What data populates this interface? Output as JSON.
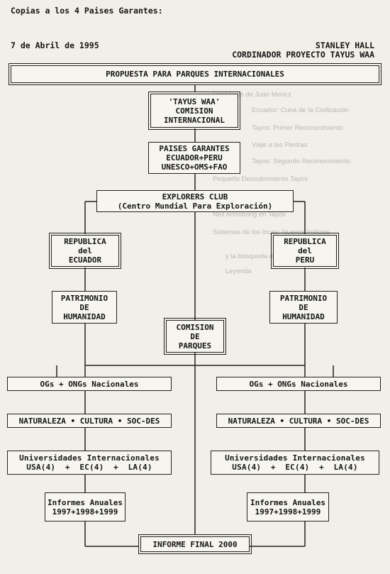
{
  "header": {
    "copies": "Copias a los 4 Paises Garantes:",
    "date": "7 de Abril de 1995",
    "author": "STANLEY HALL",
    "role": "CORDINADOR PROYECTO TAYUS WAA"
  },
  "nodes": {
    "proposal": "PROPUESTA PARA PARQUES INTERNACIONALES",
    "commission": [
      "'TAYUS WAA'",
      "COMISION",
      "INTERNACIONAL"
    ],
    "guarantors": [
      "PAISES GARANTES",
      "ECUADOR+PERU",
      "UNESCO+OMS+FAO"
    ],
    "explorers": [
      "EXPLORERS CLUB",
      "(Centro Mundial Para Exploración)"
    ],
    "ecuador": [
      "REPUBLICA",
      "del",
      "ECUADOR"
    ],
    "peru": [
      "REPUBLICA",
      "del",
      "PERU"
    ],
    "heritage_left": [
      "PATRIMONIO",
      "DE",
      "HUMANIDAD"
    ],
    "heritage_right": [
      "PATRIMONIO",
      "DE",
      "HUMANIDAD"
    ],
    "parks_commission": [
      "COMISION",
      "DE",
      "PARQUES"
    ],
    "ngos_left": "OGs + ONGs Nacionales",
    "ngos_right": "OGs + ONGs Nacionales",
    "nature_left": "NATURALEZA • CULTURA • SOC-DES",
    "nature_right": "NATURALEZA • CULTURA • SOC-DES",
    "univ_left": [
      "Universidades Internacionales",
      "USA(4)  +  EC(4)  +  LA(4)"
    ],
    "univ_right": [
      "Universidades Internacionales",
      "USA(4)  +  EC(4)  +  LA(4)"
    ],
    "reports_left": [
      "Informes Anuales",
      "1997+1998+1999"
    ],
    "reports_right": [
      "Informes Anuales",
      "1997+1998+1999"
    ],
    "final_report": "INFORME FINAL 2000"
  }
}
